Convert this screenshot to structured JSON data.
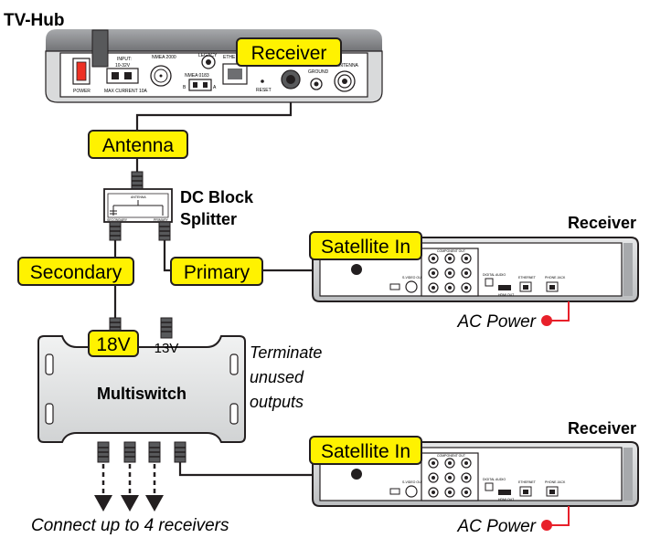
{
  "tv_hub": {
    "title": "TV-Hub",
    "panel": {
      "power": "POWER",
      "input": "INPUT:",
      "input_voltage": "10-32V",
      "max_current": "MAX CURRENT 10A",
      "nmea2000": "NMEA 2000",
      "nmea0183": "NMEA 0183",
      "legacy": "LEGACY",
      "ethernet": "ETHE",
      "reset": "RESET",
      "ground": "GROUND",
      "antenna": "ANTENNA",
      "pin_b": "B",
      "pin_a": "A"
    },
    "callout": "Receiver"
  },
  "antenna_label": "Antenna",
  "splitter": {
    "title_line1": "DC Block",
    "title_line2": "Splitter",
    "face_antenna": "ANTENNA",
    "face_secondary": "SECONDARY",
    "face_primary": "PRIMARY"
  },
  "secondary_label": "Secondary",
  "primary_label": "Primary",
  "multiswitch": {
    "title": "Multiswitch",
    "input_18v": "18V",
    "input_13v": "13V",
    "note_line1": "Terminate",
    "note_line2": "unused",
    "note_line3": "outputs"
  },
  "receivers": [
    {
      "title": "Receiver",
      "satellite_in": "Satellite In",
      "ac_power": "AC Power",
      "ports": {
        "component_out": "COMPONENT OUT",
        "ethernet": "ETHERNET",
        "phone_jack": "PHONE JACK",
        "hdmi_out": "HDMI OUT",
        "digital_audio": "DIGITAL AUDIO",
        "svideo": "S-VIDEO OUT"
      }
    },
    {
      "title": "Receiver",
      "satellite_in": "Satellite In",
      "ac_power": "AC Power",
      "ports": {
        "component_out": "COMPONENT OUT",
        "ethernet": "ETHERNET",
        "phone_jack": "PHONE JACK",
        "hdmi_out": "HDMI OUT",
        "digital_audio": "DIGITAL AUDIO",
        "svideo": "S-VIDEO OUT"
      }
    }
  ],
  "footer": "Connect up to 4 receivers",
  "colors": {
    "callout_fill": "#fff200",
    "power_dot": "#e8202a",
    "device_gray": "#d7d8da",
    "line": "#231f20"
  }
}
